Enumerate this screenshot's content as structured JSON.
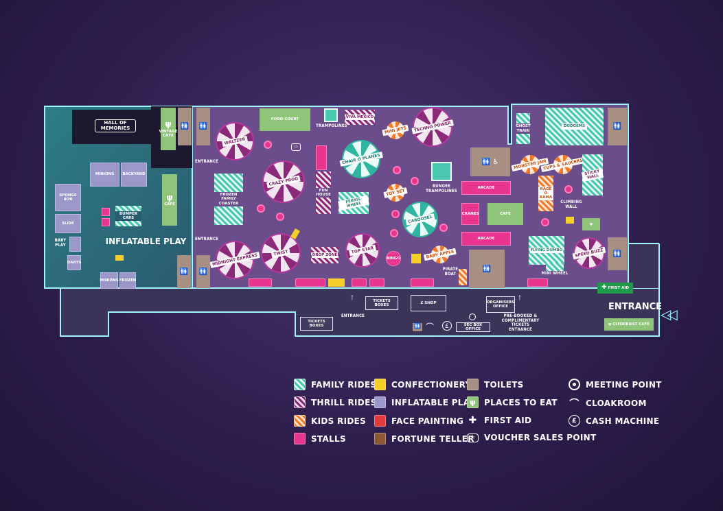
{
  "map": {
    "zones": {
      "hall_of_memories": "HALL OF MEMORIES",
      "inflatable_play": "INFLATABLE PLAY"
    },
    "labels": {
      "minions_top": "MINIONS",
      "backyard": "BACKYARD",
      "sponge_bob": "SPONGE BOB",
      "slide": "SLIDE",
      "baby_play": "BABY PLAY",
      "darts": "DARTS",
      "minions_bottom": "MINIONS",
      "frozen": "FROZEN",
      "bumper_cars": "BUMPER CARS",
      "vintage_cafe": "VINTAGE CAFE",
      "cafe_left": "CAFE",
      "entrance_top": "ENTRANCE",
      "entrance_mid": "ENTRANCE",
      "entrance_bottom": "ENTRANCE",
      "waltzer": "WALTZER",
      "food_court": "FOOD COURT",
      "trampolines": "TRAMPOLINES",
      "viva_mexico": "VIVA MEXICO",
      "mini_jets": "MINI JETS",
      "techno_power": "TECHNO POWER",
      "chair_o_planes": "CHAIR O PLANES",
      "crazy_frog": "CRAZY FROG",
      "fun_house": "FUN HOUSE",
      "frozen_family_coaster": "FROZEN FAMILY COASTER",
      "ferris_wheel": "FERRIS WHEEL",
      "toy_set": "TOY SET",
      "bungee_trampolines": "BUNGEE TRAMPOLINES",
      "carousel": "CAROUSEL",
      "midnight_express": "MIDNIGHT EXPRESS",
      "twist": "TWIST",
      "drop_zone": "DROP ZONE",
      "top_star": "TOP STAR",
      "bingo": "BINGO",
      "baby_apple": "BABY APPLE",
      "pirate_boat": "PIRATE BOAT",
      "arcade_top": "ARCADE",
      "arcade_bottom": "ARCADE",
      "cranes": "CRANES",
      "cafe_right": "CAFE",
      "ghost_train": "GHOST TRAIN",
      "dodgems": "DODGEMS",
      "monster_jam": "MONSTER JAM",
      "cups_saucers": "CUPS & SAUCERS",
      "sticky_wall": "STICKY WALL",
      "rage_o_rama": "RAGE O RAMA",
      "climbing_wall": "CLIMBING WALL",
      "flying_dumbo": "FLYING DUMBO",
      "speed_buzz": "SPEED BUZZ",
      "mini_wheel": "MINI WHEEL",
      "first_aid": "FIRST AID",
      "entrance_main": "ENTRANCE",
      "clydebuilt_cafe": "CLYDEBUILT CAFE",
      "tickets_boxes_left": "TICKETS BOXES",
      "tickets_boxes_mid": "TICKETS BOXES",
      "shop": "SHOP",
      "organisers_office": "ORGANISERS OFFICE",
      "pre_booked": "PRE-BOOKED & COMPLIMENTARY TICKETS ENTRANCE",
      "sec_box_office": "SEC BOX OFFICE"
    }
  },
  "legend": {
    "items": [
      {
        "label": "FAMILY RIDES",
        "icon": "family-rides-swatch"
      },
      {
        "label": "THRILL RIDES",
        "icon": "thrill-rides-swatch"
      },
      {
        "label": "KIDS RIDES",
        "icon": "kids-rides-swatch"
      },
      {
        "label": "STALLS",
        "icon": "stalls-swatch"
      },
      {
        "label": "CONFECTIONERY",
        "icon": "confectionery-swatch"
      },
      {
        "label": "INFLATABLE PLAY",
        "icon": "inflatable-play-swatch"
      },
      {
        "label": "FACE PAINTING",
        "icon": "face-painting-swatch"
      },
      {
        "label": "FORTUNE TELLER",
        "icon": "fortune-teller-swatch"
      },
      {
        "label": "TOILETS",
        "icon": "toilets-swatch"
      },
      {
        "label": "PLACES TO EAT",
        "icon": "places-to-eat-swatch"
      },
      {
        "label": "FIRST AID",
        "icon": "first-aid-icon"
      },
      {
        "label": "VOUCHER SALES POINT",
        "icon": "star-icon"
      },
      {
        "label": "MEETING POINT",
        "icon": "meeting-point-icon"
      },
      {
        "label": "CLOAKROOM",
        "icon": "hanger-icon"
      },
      {
        "label": "CASH MACHINE",
        "icon": "pound-icon"
      }
    ]
  },
  "colors": {
    "family": "#49c6b0",
    "thrill": "#8b2a78",
    "kids": "#f07a2a",
    "stalls": "#e8368e",
    "confectionery": "#f6cf2b",
    "inflatable": "#9b97c8",
    "face_painting": "#e23b3b",
    "fortune_teller": "#8a5a2e",
    "toilets": "#a79083",
    "eat": "#8fc47a",
    "outline": "#9ff6ff"
  }
}
